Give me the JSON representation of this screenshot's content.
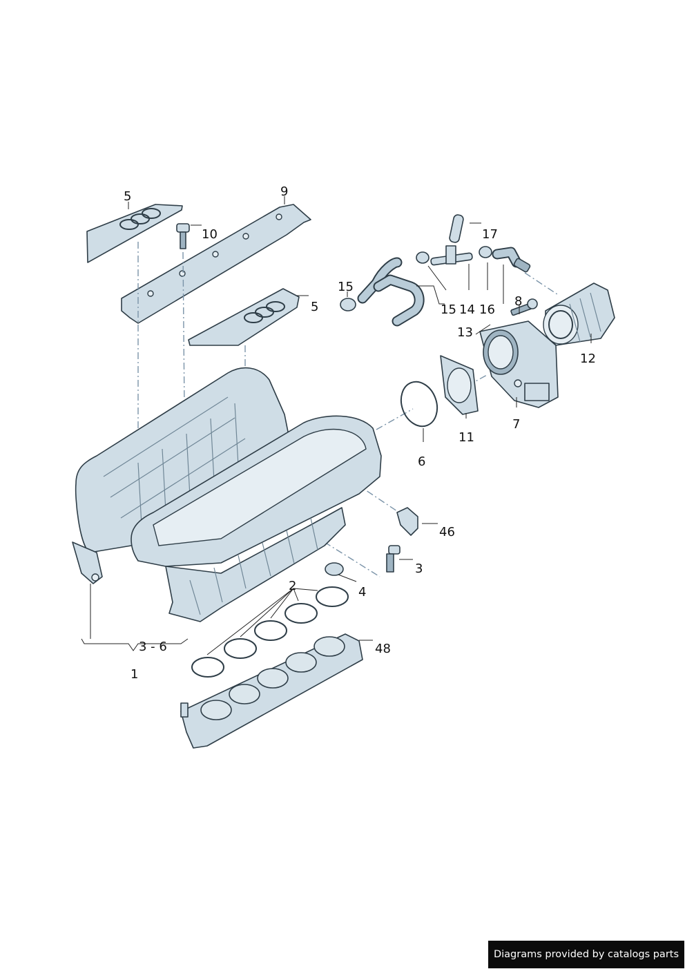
{
  "callouts": {
    "p1": "1",
    "p2": "2",
    "p3": "3",
    "p3_6": "3 - 6",
    "p4": "4",
    "p5a": "5",
    "p5b": "5",
    "p6": "6",
    "p7": "7",
    "p8": "8",
    "p9": "9",
    "p10": "10",
    "p11": "11",
    "p12": "12",
    "p13": "13",
    "p14": "14",
    "p15a": "15",
    "p15b": "15",
    "p16": "16",
    "p17": "17",
    "p46": "46",
    "p48": "48"
  },
  "credit": "Diagrams provided by catalogs parts"
}
